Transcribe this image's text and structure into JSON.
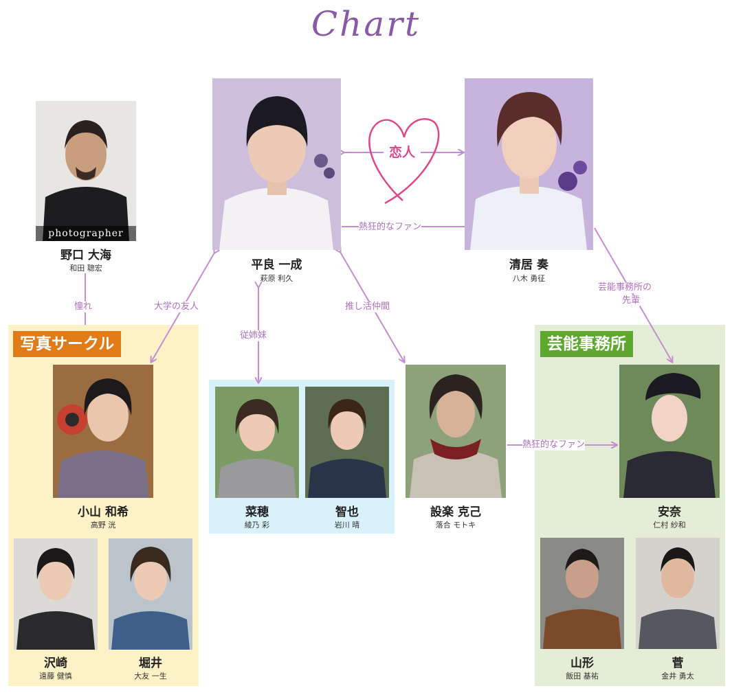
{
  "title": "Chart",
  "groups": {
    "photo_circle": "写真サークル",
    "agency": "芸能事務所"
  },
  "characters": {
    "noguchi": {
      "name": "野口 大海",
      "actor": "和田 聰宏",
      "caption": "photographer"
    },
    "hira": {
      "name": "平良 一成",
      "actor": "萩原 利久"
    },
    "kiyoi": {
      "name": "清居 奏",
      "actor": "八木 勇征"
    },
    "koyama": {
      "name": "小山 和希",
      "actor": "高野 洸"
    },
    "naho": {
      "name": "菜穂",
      "actor": "綾乃 彩"
    },
    "tomoya": {
      "name": "智也",
      "actor": "岩川 晴"
    },
    "shitara": {
      "name": "設楽 克己",
      "actor": "落合 モトキ"
    },
    "anna": {
      "name": "安奈",
      "actor": "仁村 紗和"
    },
    "sawazaki": {
      "name": "沢崎",
      "actor": "遠藤 健慎"
    },
    "horii": {
      "name": "堀井",
      "actor": "大友 一生"
    },
    "yamagata": {
      "name": "山形",
      "actor": "飯田 基祐"
    },
    "suga": {
      "name": "菅",
      "actor": "金井 勇太"
    }
  },
  "relations": {
    "lovers": "恋人",
    "fan1": "熱狂的なファン",
    "admire": "憧れ",
    "college": "大学の友人",
    "cousin": "従姉妹",
    "oshi": "推し活仲間",
    "senpai_line1": "芸能事務所の",
    "senpai_line2": "先輩",
    "fan2": "熱狂的なファン"
  },
  "colors": {
    "line": "#c48fd0",
    "heart": "#e0468c",
    "title": "#8a5aa8",
    "photo_group_bg": "#fdf1c6",
    "family_group_bg": "#d9f2fa",
    "agency_group_bg": "#e4edd5",
    "photo_label_bg": "#e07b16",
    "agency_label_bg": "#5fa830"
  }
}
